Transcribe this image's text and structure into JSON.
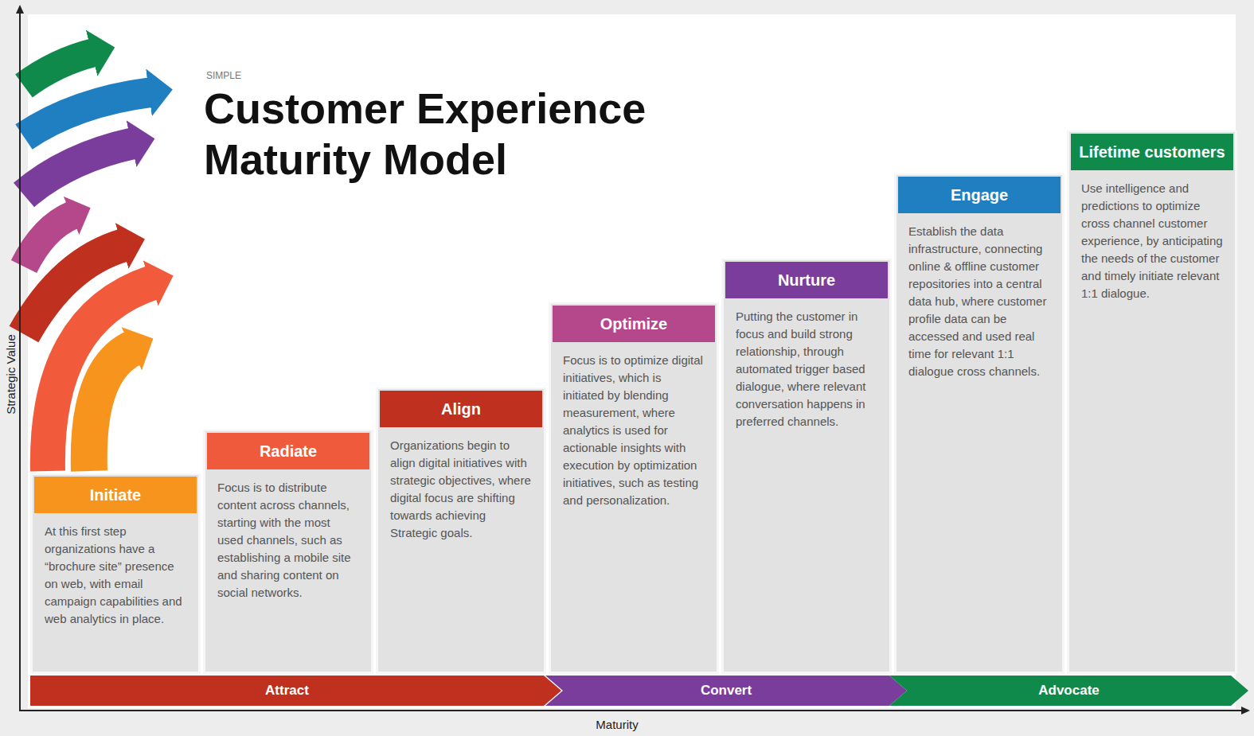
{
  "diagram": {
    "title": "Customer Experience Maturity Model",
    "nodes": [
      {
        "text": [
          "Initiate",
          "At this first step organizations have a “brochure site” presence on web, with email campaign capabilities and web analytics in place."
        ]
      },
      {
        "text": [
          "Radiate",
          "Focus is to distribute content across channels, starting with the most used channels, such as establishing a mobile site and sharing content on social networks."
        ]
      },
      {
        "text": [
          "Align",
          "Organizations begin to align digital initiatives with strategic objectives, where digital focus are shifting towards achieving Strategic goals."
        ]
      },
      {
        "text": [
          "Optimize",
          "Focus is to optimize digital initiatives, which is initiated by blending measurement, where analytics is used for actionable insights with execution by optimization initiatives, such as testing and personalization."
        ]
      },
      {
        "text": [
          "Nurture",
          "Putting the customer in focus and build strong relationship, through automated trigger based dialogue, where relevant conversation happens in preferred channels."
        ]
      },
      {
        "text": [
          "Engage",
          "Establish the data infrastructure, connecting online & offline customer repositories into a central data hub, where customer profile data can be accessed and used real time for relevant 1:1 dialogue cross channels."
        ]
      },
      {
        "text": [
          "Lifetime customers",
          "Use intelligence and predictions to optimize cross channel customer experience, by anticipating the needs of the customer and timely initiate relevant 1:1 dialogue."
        ]
      },
      {
        "text": [
          "Attract"
        ]
      },
      {
        "text": [
          "Convert"
        ]
      },
      {
        "text": [
          "Advocate"
        ]
      }
    ],
    "labels": [
      "SIMPLE",
      "Strategic Value",
      "Maturity"
    ]
  }
}
